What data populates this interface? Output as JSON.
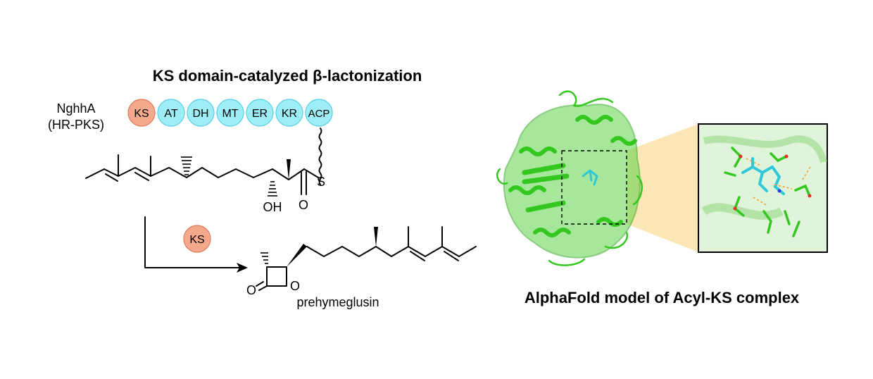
{
  "title": "KS domain-catalyzed β-lactonization",
  "enzyme": {
    "name": "NghhA",
    "type": "(HR-PKS)",
    "domains": [
      {
        "label": "KS",
        "color": "#f4a98d",
        "edge": "#e07a5a"
      },
      {
        "label": "AT",
        "color": "#9eeef8",
        "edge": "#55cfe6"
      },
      {
        "label": "DH",
        "color": "#9eeef8",
        "edge": "#55cfe6"
      },
      {
        "label": "MT",
        "color": "#9eeef8",
        "edge": "#55cfe6"
      },
      {
        "label": "ER",
        "color": "#9eeef8",
        "edge": "#55cfe6"
      },
      {
        "label": "KR",
        "color": "#9eeef8",
        "edge": "#55cfe6"
      },
      {
        "label": "ACP",
        "color": "#9eeef8",
        "edge": "#55cfe6"
      }
    ]
  },
  "substrate": {
    "oh_label": "OH",
    "o_label": "O",
    "s_label": "S"
  },
  "catalyst_label": "KS",
  "product": {
    "name": "prehymeglusin",
    "o_ring": "O",
    "o_carbonyl": "O"
  },
  "model_caption": "AlphaFold model of Acyl-KS complex",
  "colors": {
    "protein": "#33c71f",
    "ligand": "#2fc8d8",
    "callout": "#fbe7b6"
  }
}
